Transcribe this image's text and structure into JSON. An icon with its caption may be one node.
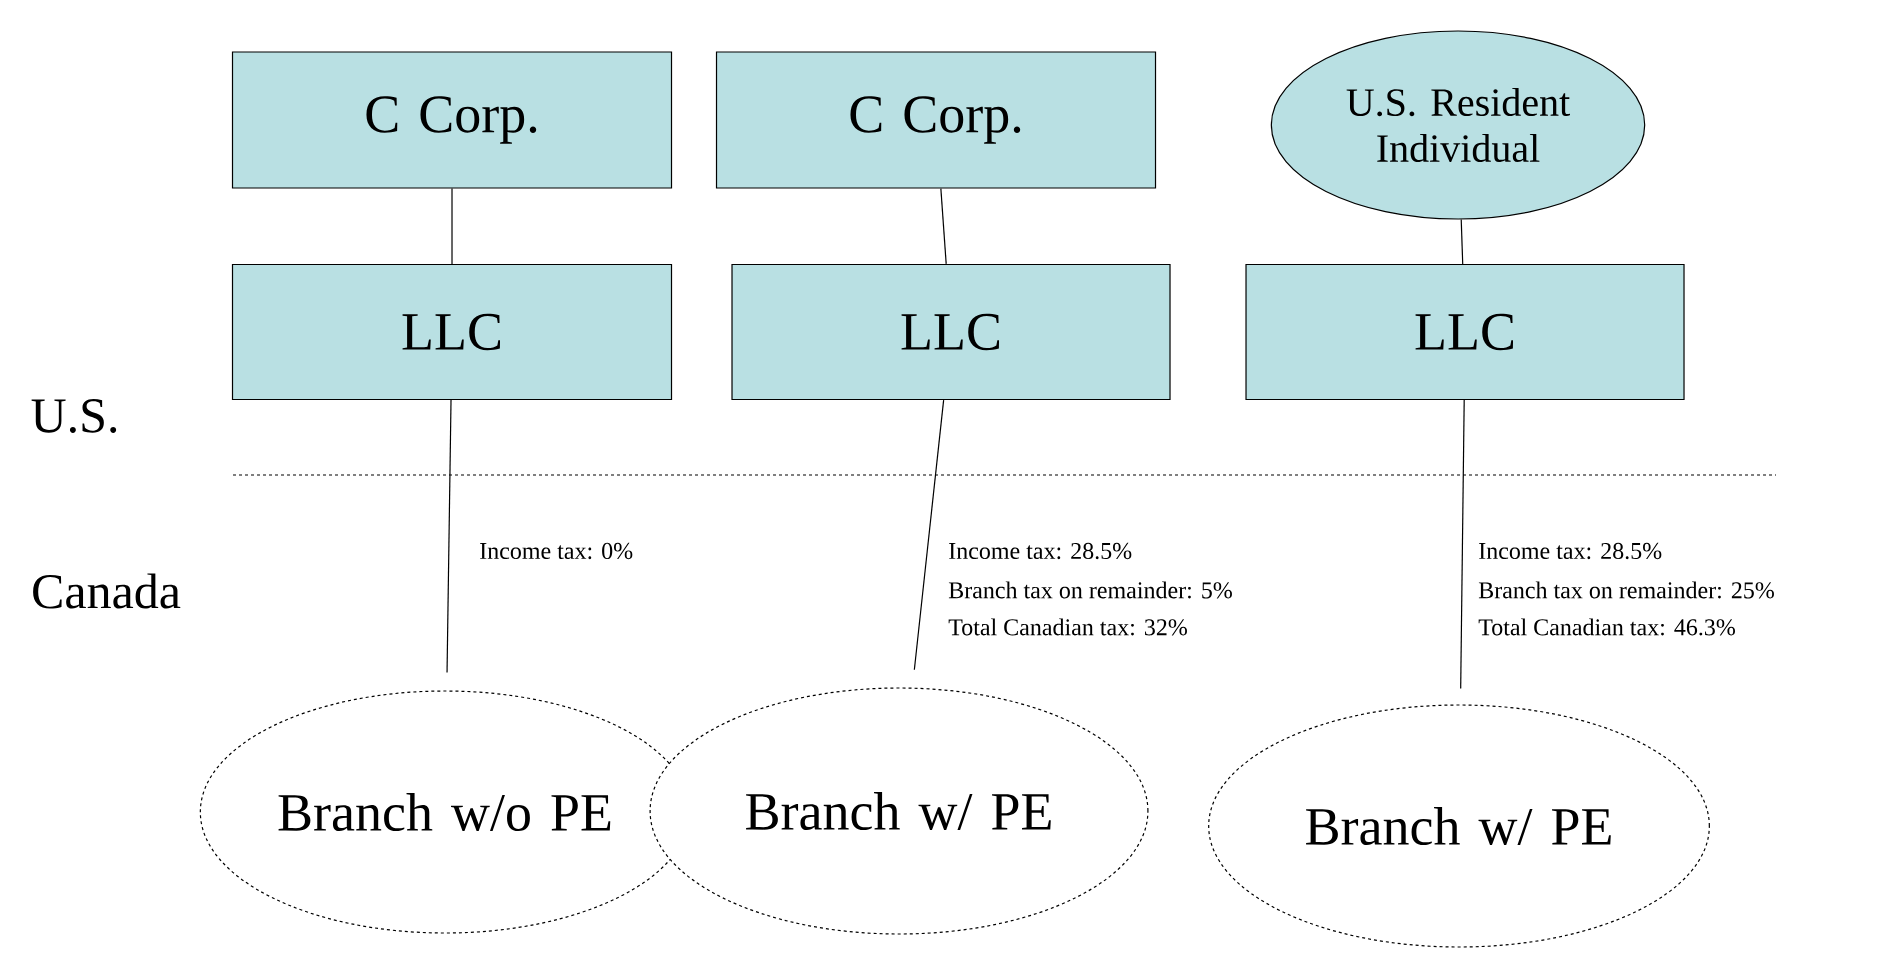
{
  "diagram": {
    "nodes": [
      {
        "text": [
          "C Corp."
        ]
      },
      {
        "text": [
          "C Corp."
        ]
      },
      {
        "text": [
          "U.S. Resident Individual"
        ]
      },
      {
        "text": [
          "LLC"
        ]
      },
      {
        "text": [
          "LLC"
        ]
      },
      {
        "text": [
          "LLC"
        ]
      },
      {
        "text": [
          "Branch w/o PE"
        ]
      },
      {
        "text": [
          "Branch w/ PE"
        ]
      },
      {
        "text": [
          "Branch w/ PE"
        ]
      }
    ],
    "edges": [
      {
        "from": 0,
        "to": 3,
        "arrow": "none"
      },
      {
        "from": 1,
        "to": 4,
        "arrow": "none"
      },
      {
        "from": 2,
        "to": 5,
        "arrow": "none"
      },
      {
        "from": 3,
        "to": 6,
        "arrow": "none"
      },
      {
        "from": 4,
        "to": 7,
        "arrow": "none"
      },
      {
        "from": 5,
        "to": 8,
        "arrow": "none"
      }
    ],
    "labels": [
      "U.S.",
      "Canada",
      "Income tax: 0%",
      "Income tax: 28.5%",
      "Branch tax on remainder: 5%",
      "Total Canadian tax: 32%",
      "Income tax: 28.5%",
      "Branch tax on remainder: 25%",
      "Total Canadian tax: 46.3%"
    ]
  }
}
